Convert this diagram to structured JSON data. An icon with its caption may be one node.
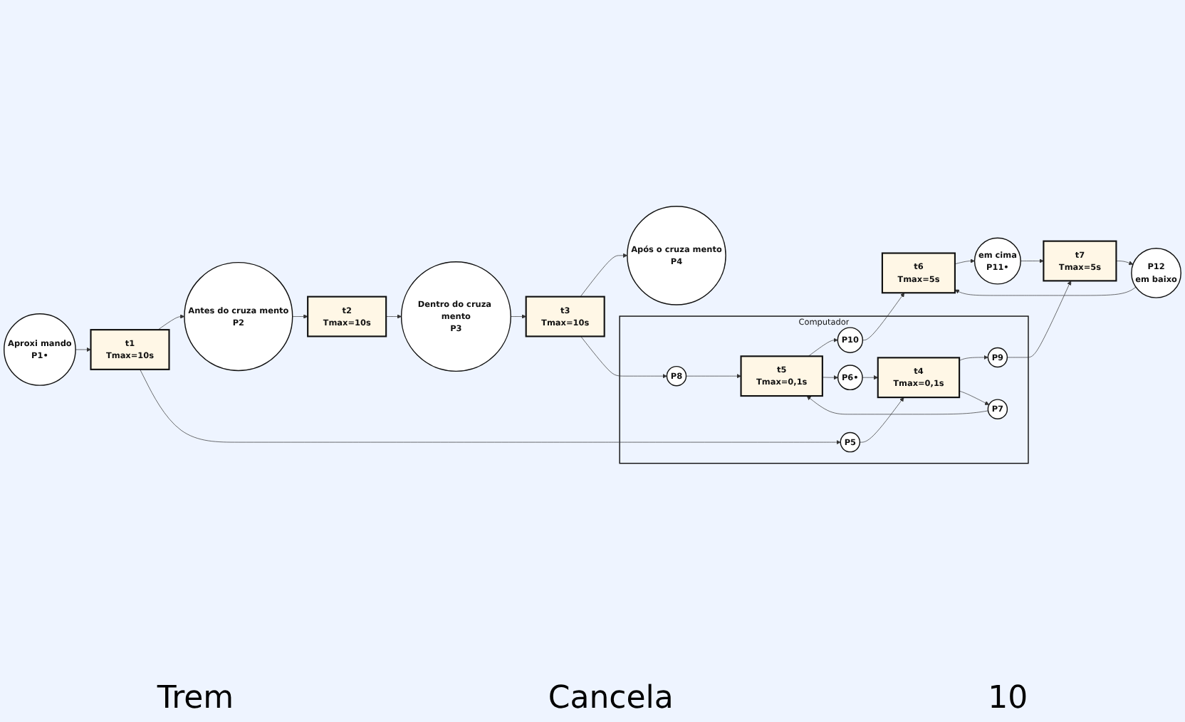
{
  "diagram": {
    "nodes": [
      {
        "text": [
          "Aproxi mando",
          "P1•"
        ]
      },
      {
        "text": [
          "t1",
          "Tmax=10s"
        ]
      },
      {
        "text": [
          "Antes do cruza mento",
          "P2"
        ]
      },
      {
        "text": [
          "t2",
          "Tmax=10s"
        ]
      },
      {
        "text": [
          "Dentro do cruza mento",
          "P3"
        ]
      },
      {
        "text": [
          "t3",
          "Tmax=10s"
        ]
      },
      {
        "text": [
          "Após o cruza mento",
          "P4"
        ]
      },
      {
        "text": [
          "Computador"
        ]
      },
      {
        "text": [
          "P5"
        ],
        "in": 7
      },
      {
        "text": [
          "t4",
          "Tmax=0,1s"
        ],
        "in": 7
      },
      {
        "text": [
          "P9"
        ],
        "in": 7
      },
      {
        "text": [
          "P6•"
        ],
        "in": 7
      },
      {
        "text": [
          "P7"
        ],
        "in": 7
      },
      {
        "text": [
          "t5",
          "Tmax=0,1s"
        ],
        "in": 7
      },
      {
        "text": [
          "P8"
        ],
        "in": 7
      },
      {
        "text": [
          "P10"
        ],
        "in": 7
      },
      {
        "text": [
          "em cima",
          "P11•"
        ]
      },
      {
        "text": [
          "t6",
          "Tmax=5s"
        ]
      },
      {
        "text": [
          "t7",
          "Tmax=5s"
        ]
      },
      {
        "text": [
          "P12",
          "em baixo"
        ]
      }
    ],
    "edges": [
      {
        "from": 0,
        "to": 1,
        "arrow": "to"
      },
      {
        "from": 1,
        "to": 2,
        "arrow": "to"
      },
      {
        "from": 1,
        "to": 8,
        "arrow": "to"
      },
      {
        "from": 2,
        "to": 3,
        "arrow": "to"
      },
      {
        "from": 3,
        "to": 4,
        "arrow": "to"
      },
      {
        "from": 4,
        "to": 5,
        "arrow": "to"
      },
      {
        "from": 5,
        "to": 6,
        "arrow": "to"
      },
      {
        "from": 5,
        "to": 14,
        "arrow": "to"
      },
      {
        "from": 8,
        "to": 9,
        "arrow": "to"
      },
      {
        "from": 11,
        "to": 9,
        "arrow": "to"
      },
      {
        "from": 9,
        "to": 10,
        "arrow": "to"
      },
      {
        "from": 9,
        "to": 12,
        "arrow": "to"
      },
      {
        "from": 12,
        "to": 13,
        "arrow": "to"
      },
      {
        "from": 14,
        "to": 13,
        "arrow": "to"
      },
      {
        "from": 13,
        "to": 15,
        "arrow": "to"
      },
      {
        "from": 13,
        "to": 11,
        "arrow": "to"
      },
      {
        "from": 15,
        "to": 17,
        "arrow": "to"
      },
      {
        "from": 19,
        "to": 17,
        "arrow": "to"
      },
      {
        "from": 17,
        "to": 16,
        "arrow": "to"
      },
      {
        "from": 16,
        "to": 18,
        "arrow": "to"
      },
      {
        "from": 10,
        "to": 18,
        "arrow": "to"
      },
      {
        "from": 18,
        "to": 19,
        "arrow": "to"
      }
    ],
    "labels": [
      "Trem",
      "Cancela",
      "10"
    ]
  }
}
